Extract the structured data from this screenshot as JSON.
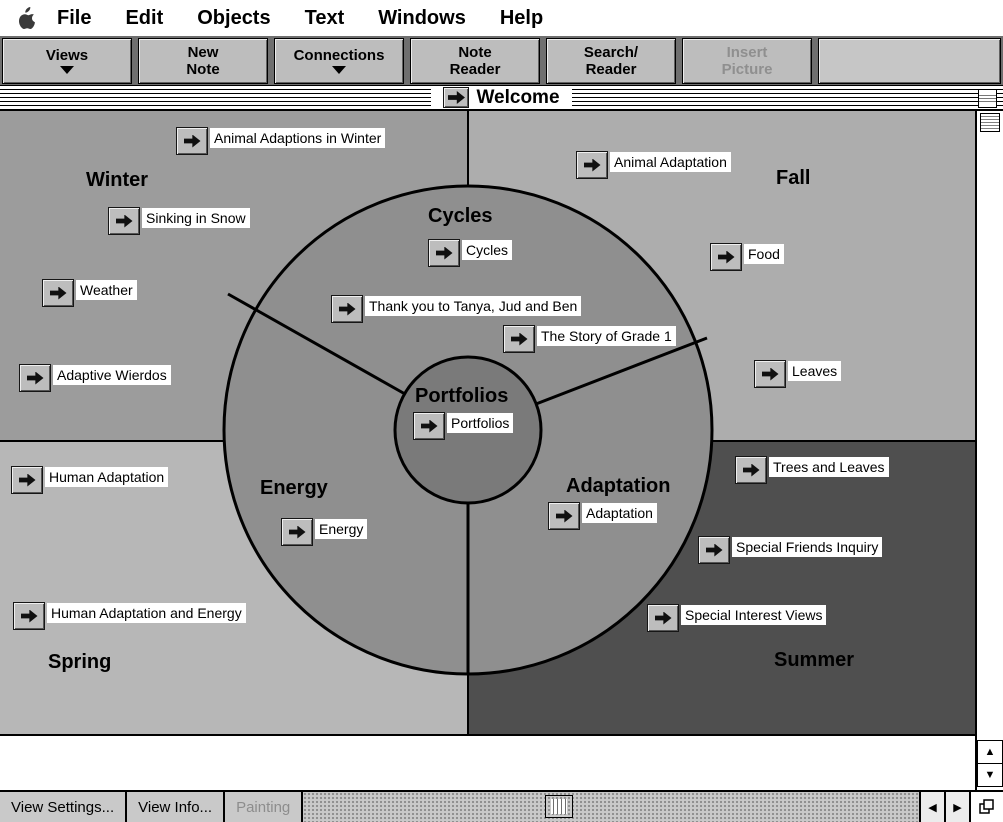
{
  "menu_bar": {
    "items": [
      "File",
      "Edit",
      "Objects",
      "Text",
      "Windows",
      "Help"
    ]
  },
  "toolbar": {
    "buttons": [
      {
        "line1": "Views",
        "dropdown": true,
        "disabled": false
      },
      {
        "line1": "New",
        "line2": "Note",
        "dropdown": false,
        "disabled": false
      },
      {
        "line1": "Connections",
        "dropdown": true,
        "disabled": false
      },
      {
        "line1": "Note",
        "line2": "Reader",
        "dropdown": false,
        "disabled": false
      },
      {
        "line1": "Search/",
        "line2": "Reader",
        "dropdown": false,
        "disabled": false
      },
      {
        "line1": "Insert",
        "line2": "Picture",
        "dropdown": false,
        "disabled": true
      }
    ]
  },
  "window": {
    "title": "Welcome"
  },
  "canvas": {
    "colors": {
      "winter": "#9c9c9c",
      "fall": "#adadad",
      "spring": "#b7b7b7",
      "summer": "#4f4f4f",
      "ring": "#8f8f8f",
      "center": "#7a7a7a"
    },
    "labels": {
      "winter": "Winter",
      "fall": "Fall",
      "cycles": "Cycles",
      "portfolios": "Portfolios",
      "energy": "Energy",
      "adaptation": "Adaptation",
      "spring": "Spring",
      "summer": "Summer"
    },
    "notes": [
      {
        "label": "Animal Adaptions in Winter"
      },
      {
        "label": "Animal Adaptation"
      },
      {
        "label": "Sinking in Snow"
      },
      {
        "label": "Cycles"
      },
      {
        "label": "Food"
      },
      {
        "label": "Thank you to Tanya, Jud and Ben"
      },
      {
        "label": "Weather"
      },
      {
        "label": "The Story of Grade 1"
      },
      {
        "label": "Leaves"
      },
      {
        "label": "Adaptive Wierdos"
      },
      {
        "label": "Portfolios"
      },
      {
        "label": "Human Adaptation"
      },
      {
        "label": "Trees and Leaves"
      },
      {
        "label": "Adaptation"
      },
      {
        "label": "Energy"
      },
      {
        "label": "Special Friends Inquiry"
      },
      {
        "label": "Human Adaptation and Energy"
      },
      {
        "label": "Special Interest Views"
      }
    ]
  },
  "status_bar": {
    "view_settings": "View Settings...",
    "view_info": "View Info...",
    "painting": "Painting"
  }
}
